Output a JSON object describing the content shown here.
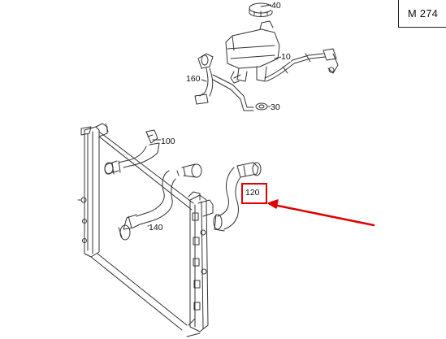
{
  "engine": {
    "code": "M 274"
  },
  "parts": [
    {
      "id": "p40",
      "number": "40"
    },
    {
      "id": "p10",
      "number": "10"
    },
    {
      "id": "p160",
      "number": "160"
    },
    {
      "id": "p30",
      "number": "30"
    },
    {
      "id": "p100",
      "number": "100"
    },
    {
      "id": "p120",
      "number": "120"
    },
    {
      "id": "p140",
      "number": "140"
    }
  ],
  "highlight": {
    "part": "120",
    "color": "#e00000"
  },
  "line_color": "#333333"
}
